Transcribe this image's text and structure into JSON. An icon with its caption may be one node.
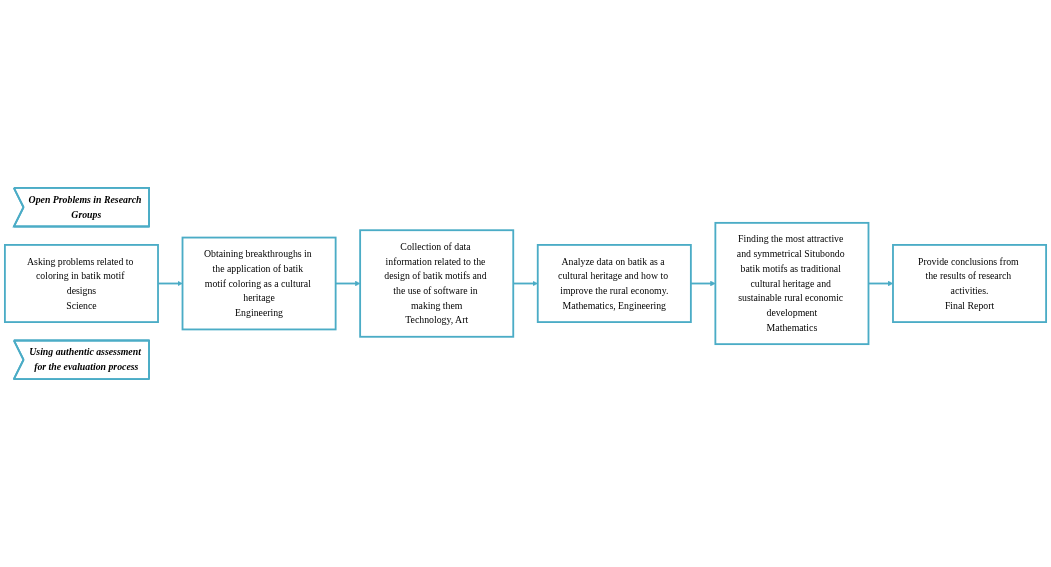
{
  "diagram": {
    "nodes": [
      {
        "text": [
          "Open Problems in Research Groups"
        ]
      },
      {
        "text": [
          "Asking problems related to coloring in batik motif designs",
          "Science"
        ]
      },
      {
        "text": [
          "Obtaining breakthroughs in the application of batik motif coloring as a cultural heritage",
          "Engineering"
        ]
      },
      {
        "text": [
          "Collection of data information related to the design of batik motifs and the use of software in making them",
          "Technology, Art"
        ]
      },
      {
        "text": [
          "Analyze data on batik as a cultural heritage and how to improve the rural economy.",
          "Mathematics, Engineering"
        ]
      },
      {
        "text": [
          "Finding the most attractive and symmetrical Situbondo batik motifs as traditional cultural heritage and sustainable rural economic development",
          "Mathematics"
        ]
      },
      {
        "text": [
          "Provide conclusions from the results of research activities.",
          "Final Report"
        ]
      },
      {
        "text": [
          "Using authentic assessment for the evaluation process"
        ]
      }
    ],
    "edges": [
      {
        "from": 1,
        "to": 2,
        "arrow": "to"
      },
      {
        "from": 2,
        "to": 3,
        "arrow": "to"
      },
      {
        "from": 3,
        "to": 4,
        "arrow": "to"
      },
      {
        "from": 4,
        "to": 5,
        "arrow": "to"
      },
      {
        "from": 5,
        "to": 6,
        "arrow": "to"
      }
    ]
  }
}
